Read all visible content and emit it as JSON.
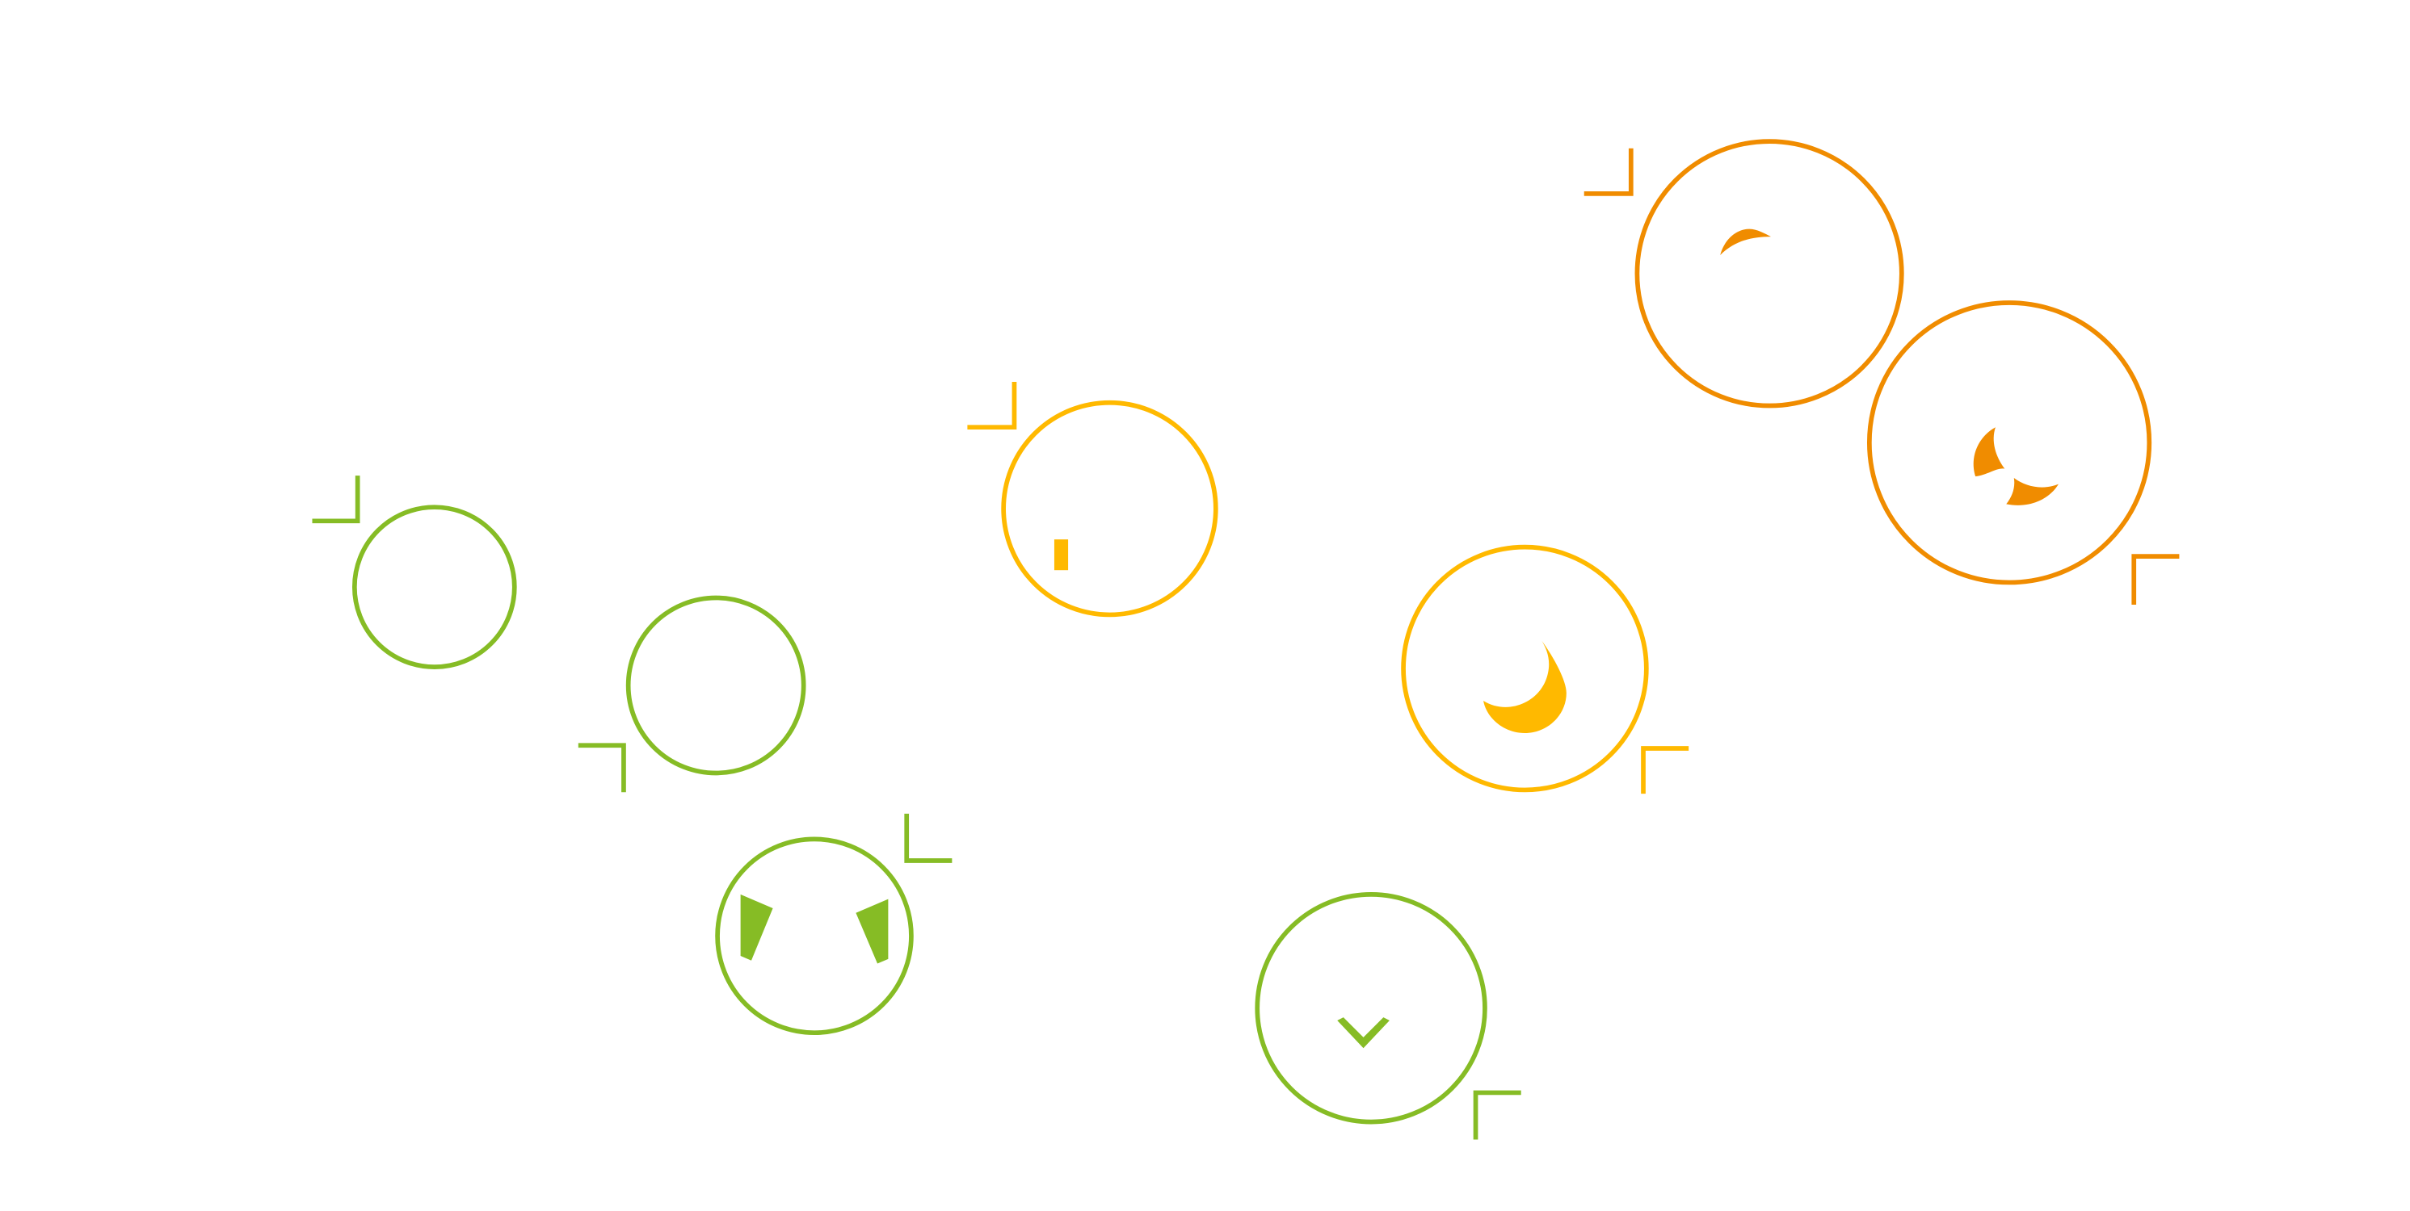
{
  "palette": {
    "green": "#86bc25",
    "yellow": "#ffb900",
    "orange": "#f08c00",
    "background": "#ffffff"
  },
  "symbols": [
    {
      "id": "green-ring-1",
      "color": "green",
      "glyph": "none"
    },
    {
      "id": "green-ring-2",
      "color": "green",
      "glyph": "none"
    },
    {
      "id": "green-ring-3",
      "color": "green",
      "glyph": "twin-wedges"
    },
    {
      "id": "green-ring-4",
      "color": "green",
      "glyph": "chevron-down"
    },
    {
      "id": "yellow-ring-1",
      "color": "yellow",
      "glyph": "small-bar"
    },
    {
      "id": "yellow-ring-2",
      "color": "yellow",
      "glyph": "crescent-moon"
    },
    {
      "id": "orange-ring-1",
      "color": "orange",
      "glyph": "leaf"
    },
    {
      "id": "orange-ring-2",
      "color": "orange",
      "glyph": "yin-yang-fragments"
    }
  ]
}
